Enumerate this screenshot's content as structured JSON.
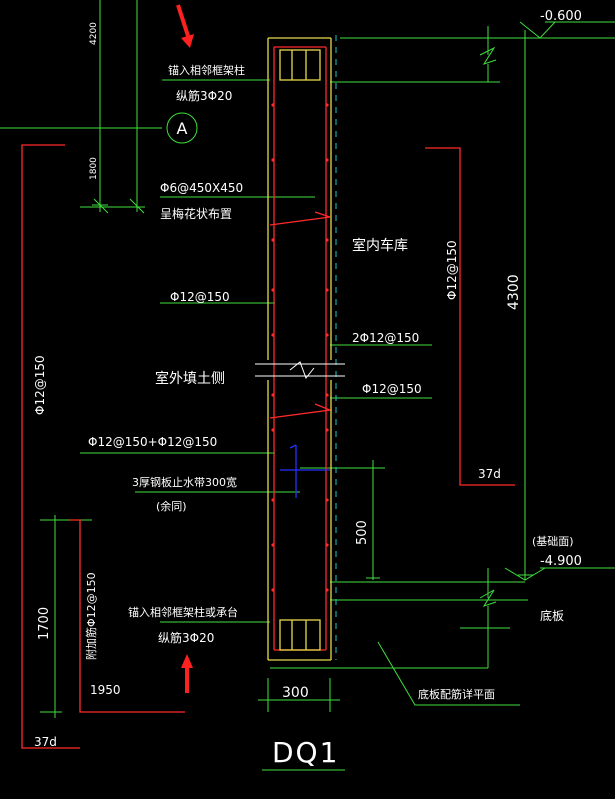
{
  "colors": {
    "background": "#000000",
    "text": "#ffffff",
    "dimension": "#3fe03f",
    "rebar": "#ff2a2a",
    "wall_outline": "#e8d84a",
    "waterstop": "#2233ff",
    "axis": "#19c8c8",
    "arrow": "#ff2020"
  },
  "texts": {
    "top_elev": "-0.600",
    "dim_4200": "4200",
    "dim_1800": "1800",
    "axis_a": "A",
    "anchor_top_1": "锚入相邻框架柱",
    "anchor_top_2": "纵筋3Φ20",
    "tie_1": "Φ6@450X450",
    "tie_2": "呈梅花状布置",
    "garage": "室内车库",
    "phi12_inner_right": "Φ12@150",
    "phi12_outer_1": "Φ12@150",
    "two_phi12": "2Φ12@150",
    "outside_fill": "室外填土侧",
    "phi12_outer_2": "Φ12@150",
    "left_vert": "Φ12@150",
    "combo": "Φ12@150+Φ12@150",
    "waterstop_1": "3厚钢板止水带300宽",
    "waterstop_2": "(余同)",
    "dim_4300": "4300",
    "dim_37d_right": "37d",
    "dim_500": "500",
    "base_label": "(基础面)",
    "base_elev": "-4.900",
    "dim_1700": "1700",
    "additional": "附加筋Φ12@150",
    "dim_1950": "1950",
    "anchor_bot_1": "锚入相邻框架柱或承台",
    "anchor_bot_2": "纵筋3Φ20",
    "slab": "底板",
    "slab_detail": "底板配筋详平面",
    "dim_300": "300",
    "dim_37d_left": "37d",
    "title": "DQ1"
  }
}
